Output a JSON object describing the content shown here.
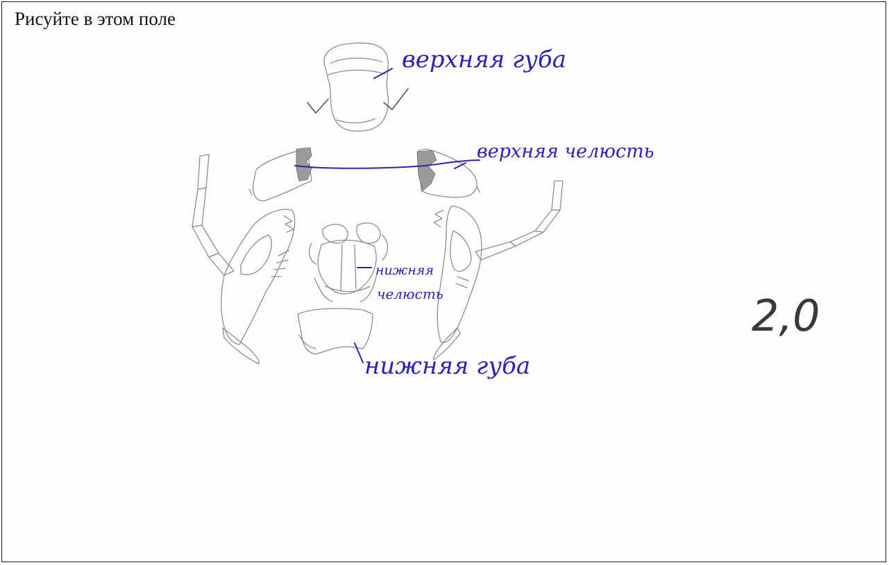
{
  "instruction": "Рисуйте в этом поле",
  "labels": {
    "upper_lip": "верхняя губа",
    "upper_jaw": "верхняя челюсть",
    "lower_jaw_line1": "нижняя",
    "lower_jaw_line2": "челюсть",
    "lower_lip": "нижняя губа"
  },
  "grade": "2,0",
  "colors": {
    "ink": "#2b22b8",
    "pencil": "#8d8d8d",
    "border": "#1a1a1a"
  }
}
